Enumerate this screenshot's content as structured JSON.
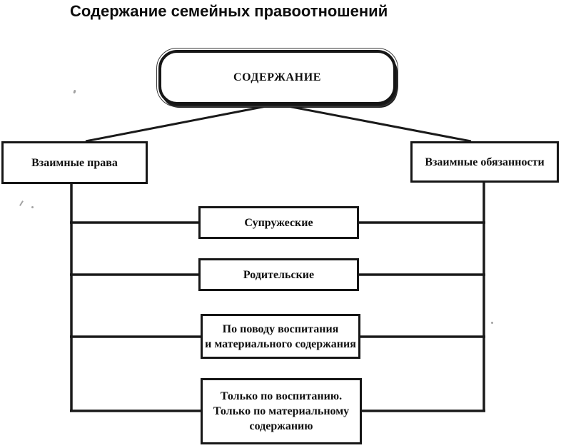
{
  "page_title": "Содержание семейных правоотношений",
  "diagram": {
    "root": {
      "label": "СОДЕРЖАНИЕ"
    },
    "branches": {
      "left": {
        "label": "Взаимные права"
      },
      "right": {
        "label": "Взаимные обязанности"
      }
    },
    "items": [
      {
        "lines": [
          "Супружеские"
        ]
      },
      {
        "lines": [
          "Родительские"
        ]
      },
      {
        "lines": [
          "По поводу воспитания",
          "и материального содержания"
        ]
      },
      {
        "lines": [
          "Только по воспитанию.",
          "Только по материальному",
          "содержанию"
        ]
      }
    ],
    "edges": [
      "СОДЕРЖАНИЕ — Взаимные права",
      "СОДЕРЖАНИЕ — Взаимные обязанности",
      "Взаимные права — Супружеские",
      "Взаимные права — Родительские",
      "Взаимные права — По поводу воспитания и материального содержания",
      "Взаимные права — Только по воспитанию. Только по материальному содержанию",
      "Взаимные обязанности — Супружеские",
      "Взаимные обязанности — Родительские",
      "Взаимные обязанности — По поводу воспитания и материального содержания",
      "Взаимные обязанности — Только по воспитанию. Только по материальному содержанию"
    ]
  },
  "colors": {
    "line": "#1a1a1a",
    "text": "#101010",
    "background": "#ffffff"
  }
}
